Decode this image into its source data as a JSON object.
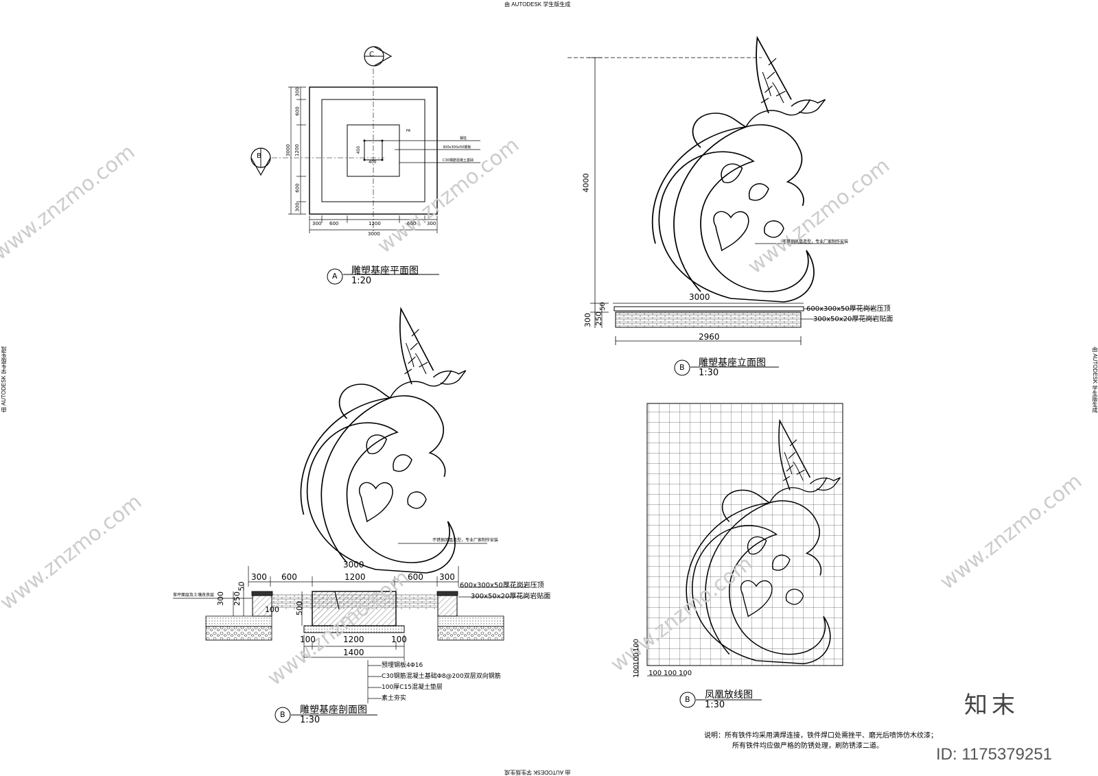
{
  "stamps": {
    "top": "由 AUTODESK 学生版生成",
    "bottom": "由 AUTODESK 学生版生成",
    "left": "由 AUTODESK 学生版生成",
    "right": "由 AUTODESK 学生版生成"
  },
  "section_markers": {
    "top": "C",
    "left": "B"
  },
  "plan": {
    "index": "A",
    "title": "雕塑基座平面图",
    "scale": "1:20",
    "dims_bottom": [
      "300",
      "600",
      "1200",
      "600",
      "300"
    ],
    "dim_total": "3000",
    "dims_left": [
      "300",
      "600",
      "1200",
      "600",
      "300"
    ],
    "dim_left_total": "3000",
    "inner_dims": [
      "450",
      "400"
    ],
    "label_pa": "PA",
    "leader_labels": [
      "钢柱",
      "300x300x50钢板",
      "C30钢筋混凝土基础"
    ]
  },
  "elevation": {
    "index": "B",
    "title": "雕塑基座立面图",
    "scale": "1:30",
    "height": "4000",
    "base_width": "3000",
    "bottom_width": "2960",
    "dims_side": [
      "300",
      "250",
      "50"
    ],
    "labels": [
      "600x300x50厚花岗岩压顶",
      "300x50x20厚花岗岩贴面"
    ],
    "sculpture_note": "不锈钢凤凰造型，专业厂家制作安装"
  },
  "section": {
    "index": "B",
    "title": "雕塑基座剖面图",
    "scale": "1:30",
    "dims_top": [
      "300",
      "600",
      "1200",
      "600",
      "300"
    ],
    "top_total": "3000",
    "side_dims": [
      "300",
      "250",
      "50",
      "500",
      "100"
    ],
    "base_dims": [
      "100",
      "1200",
      "100"
    ],
    "base_total": "1400",
    "labels_right": [
      "600x300x50厚花岗岩压顶",
      "300x50x20厚花岗岩贴面"
    ],
    "label_left": "草坪面层及土壤改良层",
    "labels_bottom": [
      "预埋钢板4Φ16",
      "C30钢筋混凝土基础Φ8@200双层双向钢筋",
      "100厚C15混凝土垫层",
      "素土夯实"
    ],
    "sculpture_note": "不锈钢凤凰造型，专业厂家制作安装"
  },
  "grid_plan": {
    "index": "B",
    "title": "凤凰放线图",
    "scale": "1:30",
    "dims_left": [
      "100",
      "100",
      "100"
    ],
    "dims_bottom": [
      "100",
      "100",
      "100"
    ]
  },
  "notes": {
    "line1": "说明：所有铁件均采用满焊连接，铁件焊口处需挫平、磨光后喷饰仿木纹漆；",
    "line2": "所有铁件均应做严格的防锈处理，刷防锈漆二道。"
  },
  "watermark": {
    "site": "www.znzmo.com",
    "brand": "知末",
    "id": "ID: 1175379251"
  },
  "colors": {
    "line": "#000000",
    "watermark": "#d0d0d0",
    "hatch": "#555555"
  }
}
